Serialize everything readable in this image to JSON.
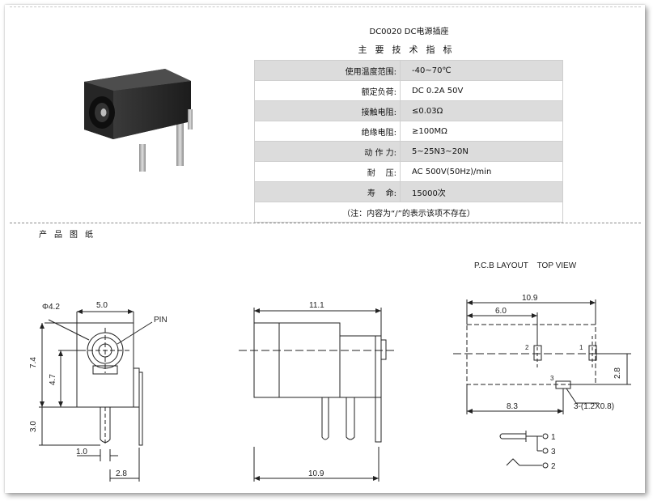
{
  "title": "DC0020 DC电源插座",
  "subtitle": "主要技术指标",
  "specs": [
    {
      "label": "使用温度范围:",
      "value": "-40~70℃"
    },
    {
      "label": "额定负荷:",
      "value": "DC 0.2A 50V"
    },
    {
      "label": "接触电阻:",
      "value": "≤0.03Ω"
    },
    {
      "label": "绝缘电阻:",
      "value": "≥100MΩ"
    },
    {
      "label": "动 作 力:",
      "value": "5~25N3~20N"
    },
    {
      "label": "耐    压:",
      "value": "AC 500V(50Hz)/min"
    },
    {
      "label": "寿    命:",
      "value": "15000次"
    }
  ],
  "note": "（注：内容为“/”的表示该项不存在）",
  "section_label": "产品图纸",
  "front_view": {
    "dim_phi": "Φ4.2",
    "dim_width": "5.0",
    "pin_label": "PIN",
    "dim_height": "7.4",
    "dim_center": "4.7",
    "dim_pin_len": "3.0",
    "dim_pin_w": "1.0",
    "dim_pin_off": "2.8"
  },
  "side_view": {
    "dim_top": "11.1",
    "dim_bottom": "10.9"
  },
  "pcb": {
    "title": "P.C.B LAYOUT    TOP VIEW",
    "dim_total": "10.9",
    "dim_left": "6.0",
    "dim_bottom": "8.3",
    "dim_height": "2.8",
    "pad_label": "3-(1.2X0.8)",
    "pad1": "1",
    "pad2": "2",
    "pad3": "3",
    "sch1": "1",
    "sch3": "3",
    "sch2": "2"
  }
}
